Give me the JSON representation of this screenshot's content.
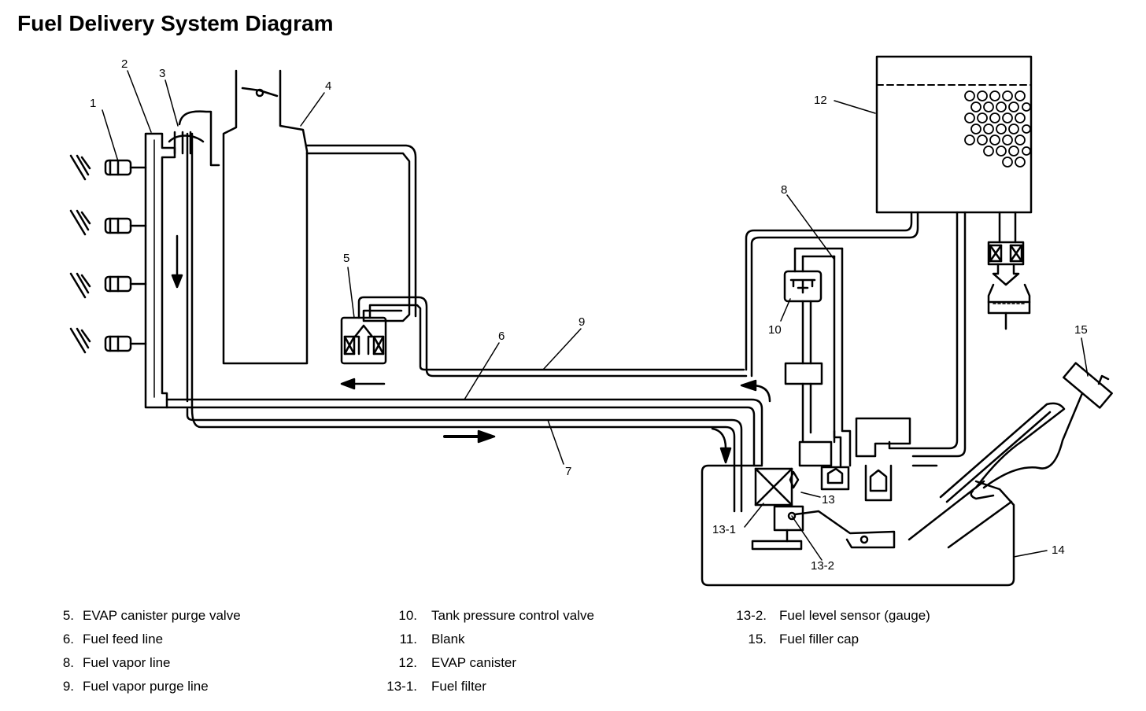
{
  "title": "Fuel Delivery System Diagram",
  "callouts": {
    "c1": "1",
    "c2": "2",
    "c3": "3",
    "c4": "4",
    "c5": "5",
    "c6": "6",
    "c7": "7",
    "c8": "8",
    "c9": "9",
    "c10": "10",
    "c12": "12",
    "c13": "13",
    "c13_1": "13-1",
    "c13_2": "13-2",
    "c14": "14",
    "c15": "15"
  },
  "legend": {
    "col1": [
      {
        "num": "5.",
        "text": "EVAP canister purge valve"
      },
      {
        "num": "6.",
        "text": "Fuel feed line"
      },
      {
        "num": "8.",
        "text": "Fuel vapor line"
      },
      {
        "num": "9.",
        "text": "Fuel vapor purge line"
      }
    ],
    "col2": [
      {
        "num": "10.",
        "text": "Tank pressure control valve"
      },
      {
        "num": "11.",
        "text": "Blank"
      },
      {
        "num": "12.",
        "text": "EVAP canister"
      },
      {
        "num": "13-1.",
        "text": "Fuel filter"
      }
    ],
    "col3": [
      {
        "num": "13-2.",
        "text": "Fuel level sensor (gauge)"
      },
      {
        "num": "15.",
        "text": "Fuel filler cap"
      }
    ]
  }
}
